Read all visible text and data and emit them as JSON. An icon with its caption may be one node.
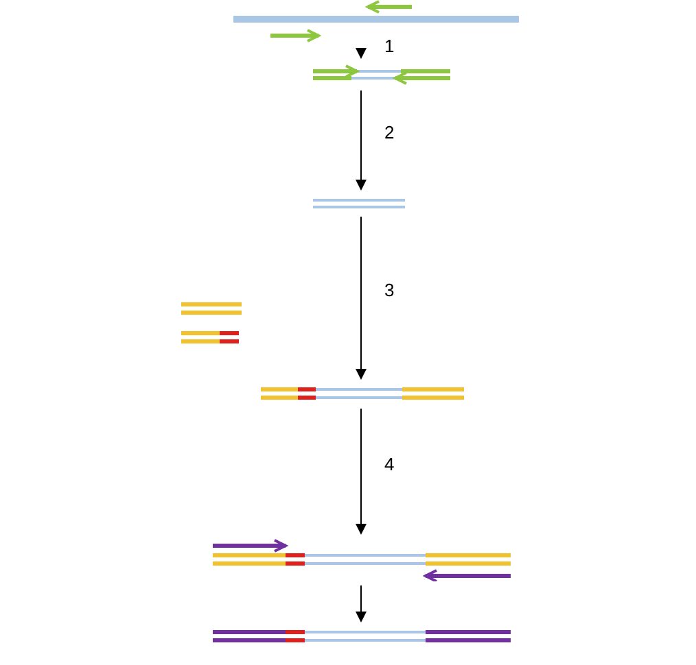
{
  "diagram": {
    "nodes": [
      {
        "text": [],
        "shape": "bar"
      },
      {
        "text": [],
        "shape": "bar"
      },
      {
        "text": [],
        "shape": "bar"
      },
      {
        "text": [],
        "shape": "bar"
      },
      {
        "text": [],
        "shape": "bar"
      },
      {
        "text": [],
        "shape": "bar"
      },
      {
        "text": [],
        "shape": "bar"
      },
      {
        "text": [],
        "shape": "bar"
      }
    ],
    "edges": [
      {
        "from": 0,
        "to": 1,
        "arrow": "to",
        "label": "1"
      },
      {
        "from": 1,
        "to": 2,
        "arrow": "to",
        "label": "2"
      },
      {
        "from": 2,
        "to": 5,
        "arrow": "to",
        "label": "3"
      },
      {
        "from": 5,
        "to": 6,
        "arrow": "to",
        "label": "4"
      },
      {
        "from": 6,
        "to": 7,
        "arrow": "to"
      }
    ]
  }
}
